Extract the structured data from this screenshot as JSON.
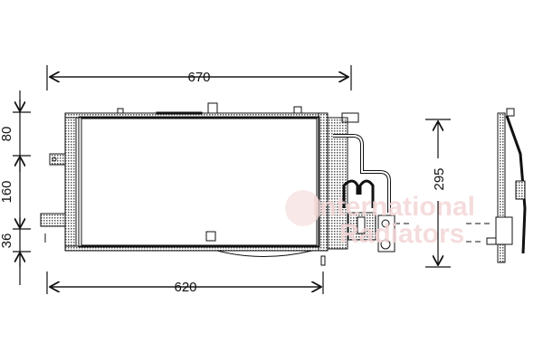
{
  "dimensions": {
    "overall_width": "670",
    "core_width": "620",
    "height_total": "295",
    "segment_top": "80",
    "segment_middle": "160",
    "segment_bottom": "36"
  },
  "watermark": {
    "line1": "International",
    "line2": "Radiators",
    "color": "#f3d6d6"
  },
  "colors": {
    "line": "#111111",
    "hatch": "#888888"
  }
}
